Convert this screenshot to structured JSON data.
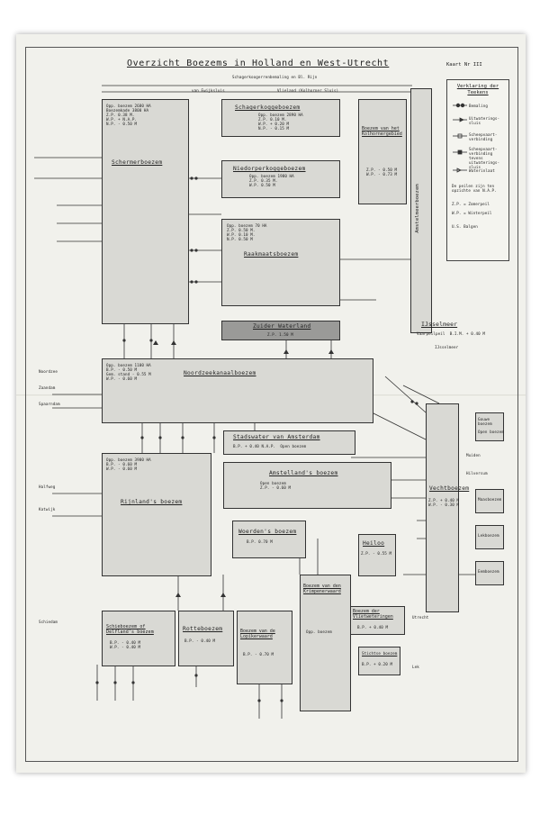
{
  "title": "Overzicht Boezems in Holland en West-Utrecht",
  "kaart": "Kaart Nr III",
  "legend": {
    "title": "Verklaring der Teekens",
    "items": [
      "Bemaling",
      "Uitwaterings-sluis",
      "Scheepvaart-verbinding",
      "Scheepvaart-verbinding tevens uitwaterings-sluis",
      "Waterinlaat"
    ],
    "note1": "De peilen zijn ten opzichte van N.A.P.",
    "note2": "Z.P. = Zomerpeil",
    "note3": "W.P. = Winterpeil",
    "note4": "U.S. Balgen"
  },
  "top_labels": {
    "schagerkoog_sluis": "Schagerkoogerrenbemaling en Bl. Rijn",
    "vlieland": "Vlieland (Kolhorner Sluis)",
    "van_ewijksluis": "van Ewijksluis",
    "ijsselmeer": "IJsselmeer",
    "ijsselmeer_peil": "Vaarpeilpeil  B.I.M. + 0.40 M"
  },
  "boxes": {
    "schermer": {
      "name": "Schermerboezem",
      "text": "Opp. boezem 2680 HA\nBoezemkade 3800 HA\nZ.P. 0.38 M.\nW.P. + N.A.P.\nN.P. - 0.50 M"
    },
    "schager": {
      "name": "Schagerkoggeboezem",
      "text": "Opp. boezem 2890 HA\nZ.P. 0.10 M.\nW.P. + 0.20 M\nN.P. - 0.15 M"
    },
    "niedorper": {
      "name": "Niedorperkoggeboezem",
      "text": "Opp. boezem 1980 HA\nZ.P. 0.35 M.\nW.P. 0.50 M"
    },
    "kolhorn": {
      "name": "Boezem van het Kolhornergebied",
      "text": "Z.P. - 0.50 M\nW.P. - 0.73 M"
    },
    "amstelmeer": {
      "name": "Amstelmeerboezem"
    },
    "raakmaats": {
      "name": "Raakmaatsboezem",
      "text": "Opp. boezem 70 HA\nZ.P. 0.50 M.\nW.P. 0.10 M.\nN.P. 0.50 M"
    },
    "zuider": {
      "name": "Zuider Waterland",
      "text": "Z.P. 1.50 M"
    },
    "noordzee": {
      "name": "Noordzeekanaalboezem",
      "text": "Opp. boezem 1100 HA\nB.P. - 0.50 M\nGem. stand - 0.55 M\nW.P. - 0.60 M"
    },
    "stadswater": {
      "name": "Stadswater van Amsterdam",
      "text": "B.P. + 0.40 N.A.P.  Open boezem"
    },
    "amstelland": {
      "name": "Amstelland's boezem",
      "text": "Open boezem\nZ.P. - 0.60 M"
    },
    "rijnland": {
      "name": "Rijnland's boezem",
      "text": "Opp. boezem 3900 HA\nB.P. - 0.60 M\nW.P. - 0.60 M"
    },
    "woerden": {
      "name": "Woerden's boezem",
      "text": "B.P. 0.70 M"
    },
    "vecht": {
      "name": "Vechtboezem",
      "text": "Z.P. + 0.40 M\nW.P. - 0.30 M"
    },
    "heiloo": {
      "name": "Heiloo",
      "text": "Z.P. - 0.55 M"
    },
    "vlietweteringen": {
      "name": "Boezem der Vlietweteringen",
      "text": "B.P. + 0.40 M"
    },
    "schieboezem": {
      "name": "Schieboezem of Delfland's boezem",
      "text": "B.P. - 0.40 M\nW.P. - 0.40 M"
    },
    "rotteboezem": {
      "name": "Rotteboezem",
      "text": "B.P. - 0.40 M"
    },
    "oudewater": {
      "name": "Boezem van de Lopikerwaard",
      "text": "B.P. - 0.70 M"
    },
    "krimpen": {
      "name": "Boezem van den Krimpenerwaard",
      "text": "Opp. boezem"
    },
    "stichtse": {
      "name": "Stichtse boezem",
      "text": "B.P. + 0.20 M"
    },
    "gouwe": {
      "name": "Gouwe boezem",
      "text": "Open boezem"
    },
    "maas": {
      "name": "Maasboezem"
    },
    "lek": {
      "name": "Lekboezem"
    },
    "eem": {
      "name": "Eemboezem"
    }
  },
  "side_labels": {
    "left": [
      "Noordzee",
      "Zaandam",
      "Spaarndam",
      "Halfweg",
      "Katwijk",
      "Schiedam"
    ],
    "right": [
      "IJsselmeer",
      "Muiden",
      "Hilversum",
      "Utrecht",
      "Lek"
    ]
  }
}
